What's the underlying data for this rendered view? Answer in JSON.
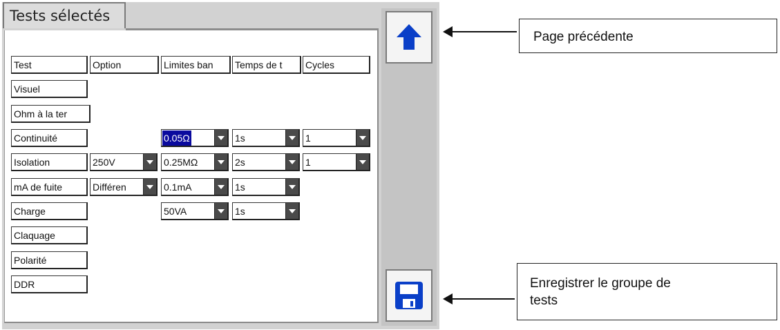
{
  "tab": {
    "title": "Tests sélectés"
  },
  "table": {
    "headers": [
      "Test",
      "Option",
      "Limites ban",
      "Temps de t",
      "Cycles"
    ],
    "tests": [
      "Visuel",
      "Ohm à la ter",
      "Continuité",
      "Isolation",
      "mA de fuite",
      "Charge",
      "Claquage",
      "Polarité",
      "DDR"
    ],
    "dropdowns": {
      "continuite_limit": "0.05Ω",
      "continuite_time": "1s",
      "continuite_cycles": "1",
      "isolation_option": "250V",
      "isolation_limit": "0.25MΩ",
      "isolation_time": "2s",
      "isolation_cycles": "1",
      "fuite_option": "Différen",
      "fuite_limit": "0.1mA",
      "fuite_time": "1s",
      "charge_limit": "50VA",
      "charge_time": "1s"
    }
  },
  "buttons": {
    "up": "up-arrow-icon",
    "save": "floppy-disk-icon"
  },
  "callouts": {
    "previous_page": "Page précédente",
    "save_line1": "Enregistrer le groupe de",
    "save_line2": "tests"
  },
  "colors": {
    "selected": "#0a0a9e",
    "icon_blue": "#0a3fc8"
  }
}
